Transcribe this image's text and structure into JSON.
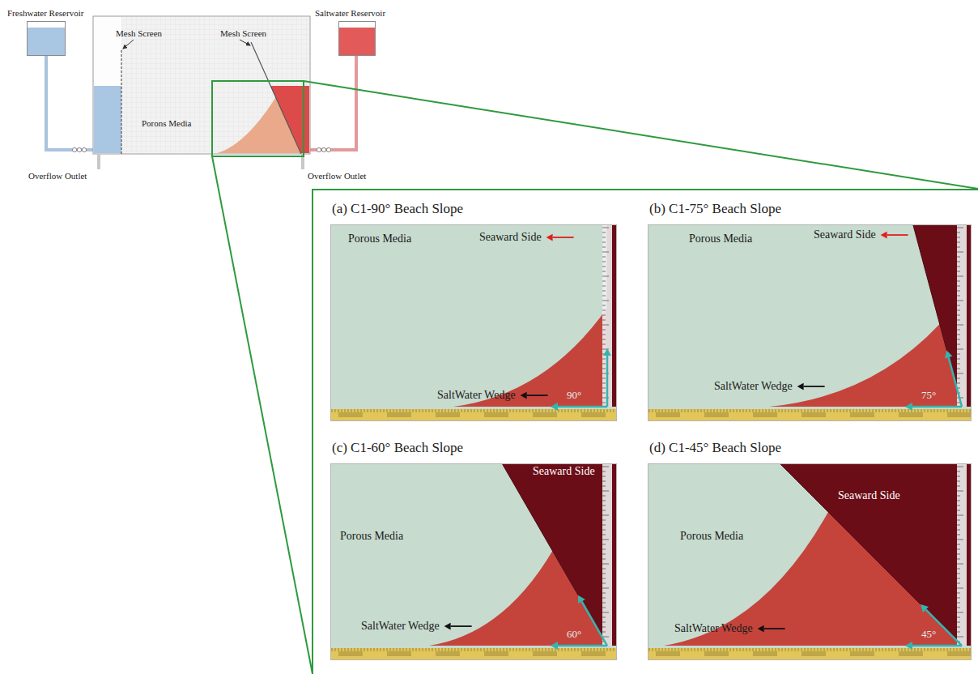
{
  "diagram": {
    "nodes": [
      {
        "text": [
          "Freshwater Reservoir"
        ]
      },
      {
        "text": [
          "Saltwater Reservoir"
        ]
      },
      {
        "text": [
          "Porons Media"
        ]
      },
      {
        "text": [
          "(a) C1-90° Beach Slope",
          "Seaward Side",
          "Porous Media",
          "SaltWater Wedge",
          "90°"
        ]
      },
      {
        "text": [
          "(b) C1-75° Beach Slope",
          "Seaward Side",
          "Porous Media",
          "SaltWater Wedge",
          "75°"
        ]
      },
      {
        "text": [
          "(c) C1-60° Beach Slope",
          "Seaward Side",
          "Porous Media",
          "SaltWater Wedge",
          "60°"
        ]
      },
      {
        "text": [
          "(d) C1-45° Beach Slope",
          "Seaward Side",
          "Porous Media",
          "SaltWater Wedge",
          "45°"
        ]
      }
    ],
    "labels": [
      "Mesh Screen",
      "Mesh Screen",
      "Overflow Outlet",
      "Overflow Outlet"
    ]
  }
}
